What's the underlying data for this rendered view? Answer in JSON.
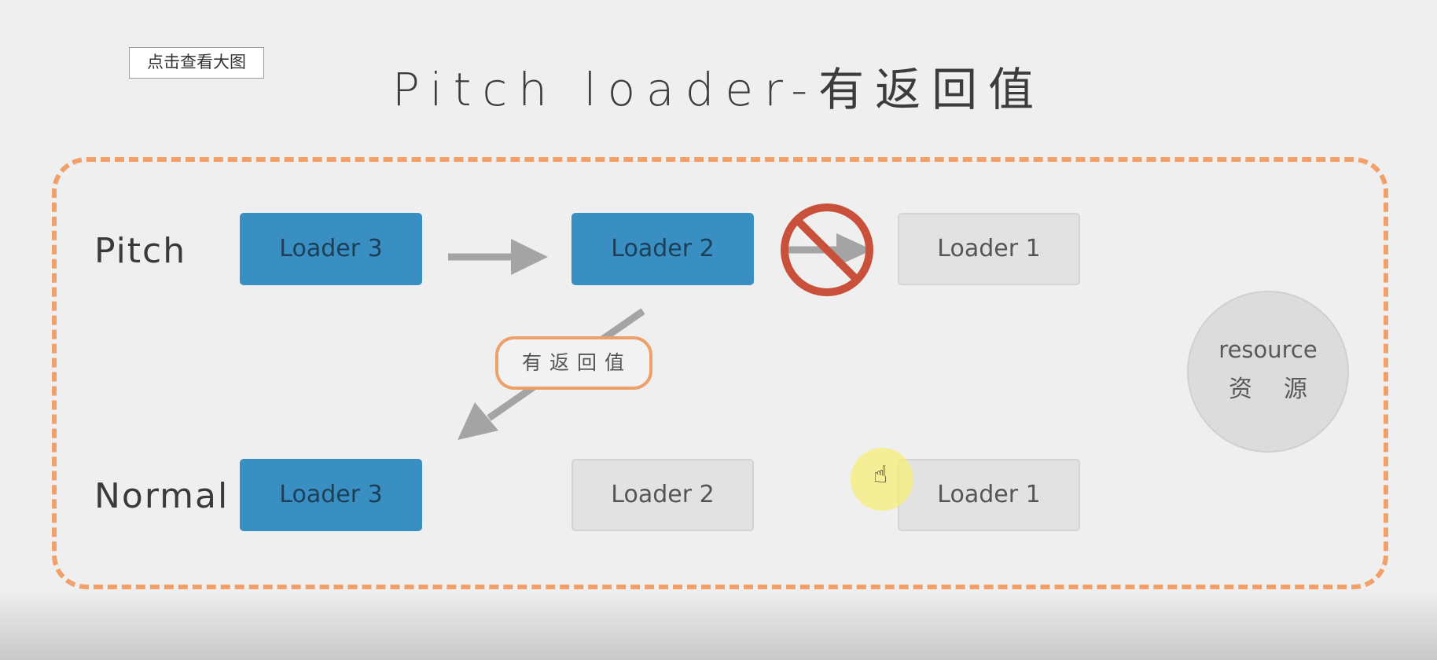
{
  "view_large_button": "点击查看大图",
  "title": "Pitch loader-有返回值",
  "rows": {
    "pitch_label": "Pitch",
    "normal_label": "Normal"
  },
  "pitch_row": {
    "loader3": "Loader 3",
    "loader2": "Loader 2",
    "loader1": "Loader 1"
  },
  "normal_row": {
    "loader3": "Loader 3",
    "loader2": "Loader 2",
    "loader1": "Loader 1"
  },
  "return_value_label": "有返回值",
  "resource": {
    "en": "resource",
    "cn": "资源"
  },
  "colors": {
    "active_loader": "#3a8fc2",
    "inactive_loader": "#e2e2e2",
    "dashed_frame": "#f0a068",
    "blocked_sign": "#c9503a",
    "arrow": "#a4a4a4"
  },
  "icons": {
    "blocked": "prohibited-sign-icon",
    "cursor": "hand-pointer-icon"
  }
}
